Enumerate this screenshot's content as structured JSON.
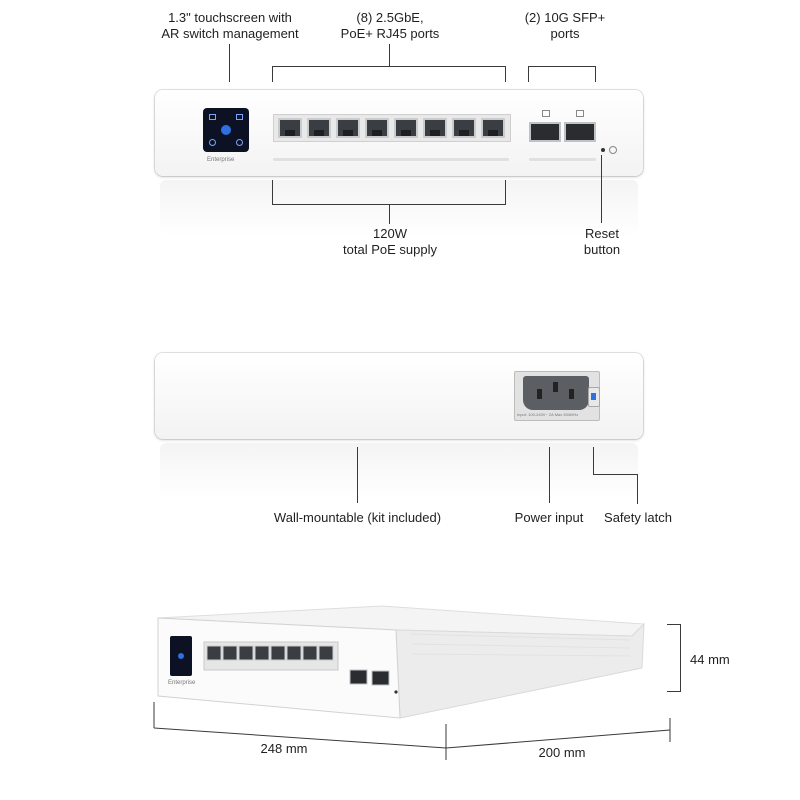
{
  "colors": {
    "background": "#ffffff",
    "device_white": "#f7f7f7",
    "screen": "#0c1224",
    "accent_blue": "#2f6fe0",
    "line": "#3a3a3a"
  },
  "front_view": {
    "touchscreen_label": [
      "1.3\" touchscreen with",
      "AR switch management"
    ],
    "rj45_label": [
      "(8) 2.5GbE,",
      "PoE+ RJ45 ports"
    ],
    "sfp_label": [
      "(2) 10G SFP+",
      "ports"
    ],
    "poe_label": [
      "120W",
      "total PoE supply"
    ],
    "reset_label": [
      "Reset",
      "button"
    ],
    "brand_text": "Enterprise",
    "rj45_port_count": 8,
    "sfp_port_count": 2
  },
  "rear_view": {
    "wall_mount_label": "Wall-mountable (kit included)",
    "power_label": "Power input",
    "latch_label": "Safety latch",
    "power_rating_text": "Input: 100-240V~ 2A Max 50/60Hz"
  },
  "perspective_view": {
    "height_label": "44 mm",
    "width_label": "248 mm",
    "depth_label": "200 mm",
    "brand_text": "Enterprise"
  }
}
